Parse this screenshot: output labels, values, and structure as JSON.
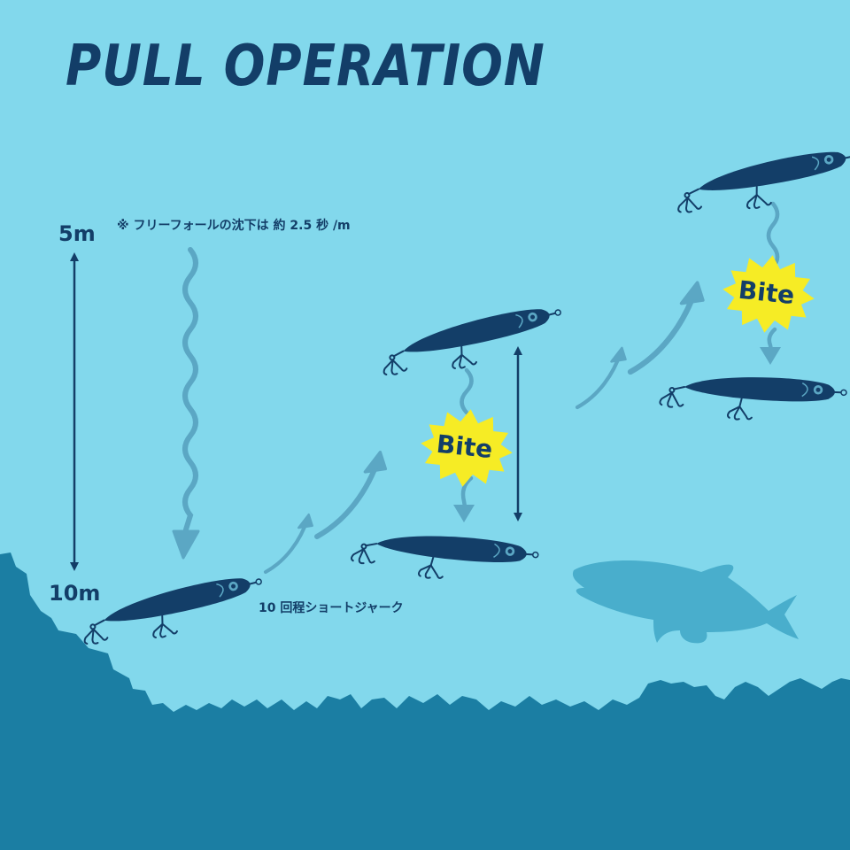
{
  "title": "PULL OPERATION",
  "depth_top": "5m",
  "depth_bottom": "10m",
  "fall_note": "※ フリーフォールの沈下は 約 2.5 秒 /m",
  "jerk_note": "10 回程ショートジャーク",
  "bite_label": "Bite",
  "icons": [
    "lure-icon",
    "bite-burst-icon",
    "fish-silhouette-icon",
    "double-arrow-icon",
    "wavy-arrow-icon"
  ],
  "colors": {
    "water": "#82d8ec",
    "seabed": "#1b7ea3",
    "navy": "#133e68",
    "arrow": "#5ba7c4",
    "fish": "#49aecc",
    "bite": "#f6ec25"
  }
}
